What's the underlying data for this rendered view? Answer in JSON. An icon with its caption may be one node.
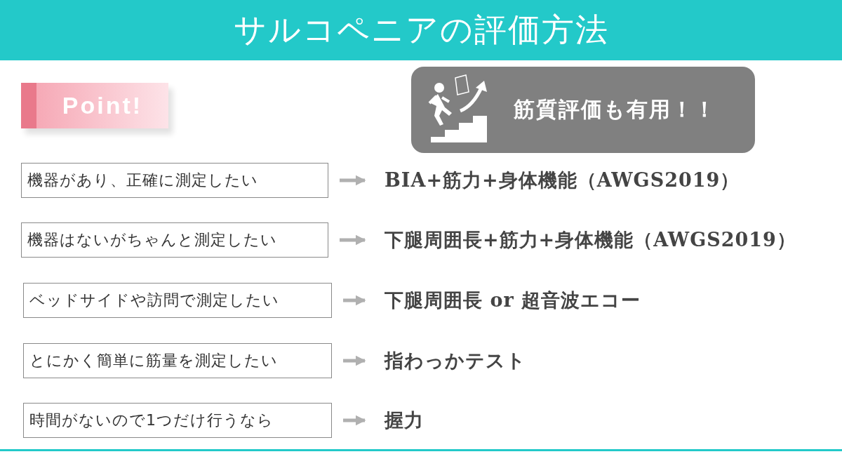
{
  "diagram": {
    "title": "サルコペニアの評価方法",
    "nodes": [
      {
        "text": [
          "Point!"
        ]
      },
      {
        "text": [
          "筋質評価も有用！！"
        ]
      },
      {
        "text": [
          "機器があり、正確に測定したい"
        ]
      },
      {
        "text": [
          "BIA+筋力+身体機能（AWGS2019）"
        ]
      },
      {
        "text": [
          "機器はないがちゃんと測定したい"
        ]
      },
      {
        "text": [
          "下腿周囲長+筋力+身体機能（AWGS2019）"
        ]
      },
      {
        "text": [
          "ベッドサイドや訪問で測定したい"
        ]
      },
      {
        "text": [
          "下腿周囲長 or 超音波エコー"
        ]
      },
      {
        "text": [
          "とにかく簡単に筋量を測定したい"
        ]
      },
      {
        "text": [
          "指わっかテスト"
        ]
      },
      {
        "text": [
          "時間がないので1つだけ行うなら"
        ]
      },
      {
        "text": [
          "握力"
        ]
      }
    ],
    "edges": [
      {
        "from": 2,
        "to": 3,
        "arrow": "to"
      },
      {
        "from": 4,
        "to": 5,
        "arrow": "to"
      },
      {
        "from": 6,
        "to": 7,
        "arrow": "to"
      },
      {
        "from": 8,
        "to": 9,
        "arrow": "to"
      },
      {
        "from": 10,
        "to": 11,
        "arrow": "to"
      }
    ]
  }
}
